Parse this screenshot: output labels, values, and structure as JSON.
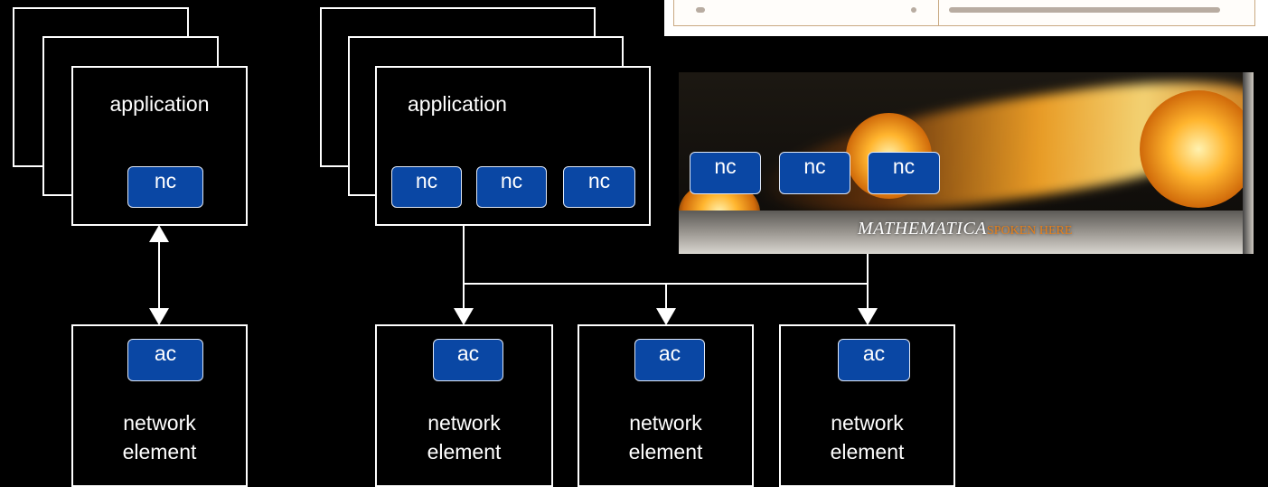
{
  "labels": {
    "application": "application",
    "network_line1": "network",
    "network_line2": "element"
  },
  "chips": {
    "nc": "nc",
    "ac": "ac"
  },
  "banner": {
    "brand": "MATHEMATICA",
    "tagline": "SPOKEN HERE"
  },
  "colors": {
    "background": "#000000",
    "chip_fill": "#0a47a4",
    "outline": "#ffffff"
  }
}
